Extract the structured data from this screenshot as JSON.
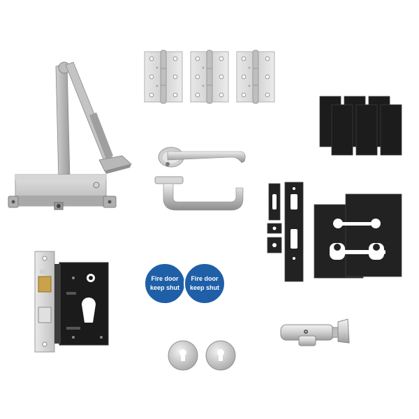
{
  "products": {
    "door_closer": {
      "name": "door-closer"
    },
    "hinges": {
      "count": 3
    },
    "lever_handles": {
      "count": 2
    },
    "intumescent_pads": {
      "count": 6
    },
    "intumescent_kit": {
      "name": "intumescent-lock-kit"
    },
    "sashlock": {
      "name": "sashlock"
    },
    "signs": {
      "count": 2,
      "line1": "Fire door",
      "line2": "keep shut",
      "color": "#1f5fa8"
    },
    "cylinder": {
      "name": "euro-thumbturn-cylinder"
    },
    "escutcheons": {
      "count": 2
    }
  },
  "colors": {
    "background": "#ffffff",
    "steel_light": "#e4e4e4",
    "steel": "#c8c8c8",
    "steel_dark": "#9a9a9a",
    "black": "#1b1b1b",
    "brass": "#c9a24a"
  }
}
